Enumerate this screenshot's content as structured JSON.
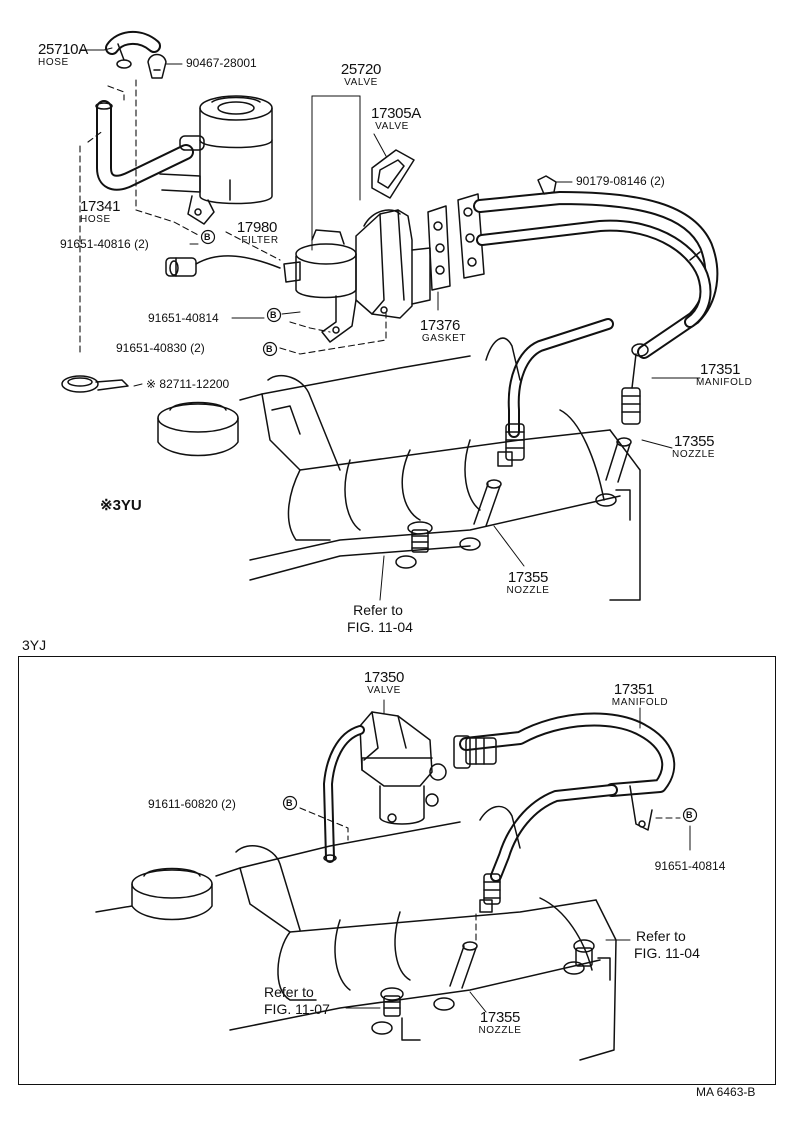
{
  "upper": {
    "hose_a": {
      "number": "25710A",
      "name": "HOSE"
    },
    "clip": {
      "number": "90467-28001"
    },
    "valve_group": {
      "number": "25720",
      "name": "VALVE"
    },
    "valve_sub": {
      "number": "17305A",
      "name": "VALVE"
    },
    "bolt_top": {
      "number": "90179-08146 (2)"
    },
    "hose_b": {
      "number": "17341",
      "name": "HOSE"
    },
    "filter": {
      "number": "17980",
      "name": "FILTER"
    },
    "bolt_1": {
      "number": "91651-40816 (2)"
    },
    "bolt_2": {
      "number": "91651-40814"
    },
    "bolt_3": {
      "number": "91651-40830 (2)"
    },
    "gasket": {
      "number": "17376",
      "name": "GASKET"
    },
    "clamp": {
      "number": "※ 82711-12200"
    },
    "manifold": {
      "number": "17351",
      "name": "MANIFOLD"
    },
    "nozzle_right": {
      "number": "17355",
      "name": "NOZZLE"
    },
    "nozzle_center": {
      "number": "17355",
      "name": "NOZZLE"
    },
    "variant_tag": "※3YU",
    "refer": {
      "line1": "Refer to",
      "line2": "FIG. 11-04"
    }
  },
  "lower": {
    "section_label": "3YJ",
    "valve": {
      "number": "17350",
      "name": "VALVE"
    },
    "manifold": {
      "number": "17351",
      "name": "MANIFOLD"
    },
    "bolt_left": {
      "number": "91611-60820 (2)"
    },
    "bolt_right": {
      "number": "91651-40814"
    },
    "refer_right": {
      "line1": "Refer to",
      "line2": "FIG. 11-04"
    },
    "refer_left": {
      "line1": "Refer to",
      "line2": "FIG. 11-07"
    },
    "nozzle": {
      "number": "17355",
      "name": "NOZZLE"
    }
  },
  "callout_marker": "B",
  "figure_code": "MA  6463-B",
  "colors": {
    "ink": "#111111",
    "paper": "#ffffff"
  }
}
